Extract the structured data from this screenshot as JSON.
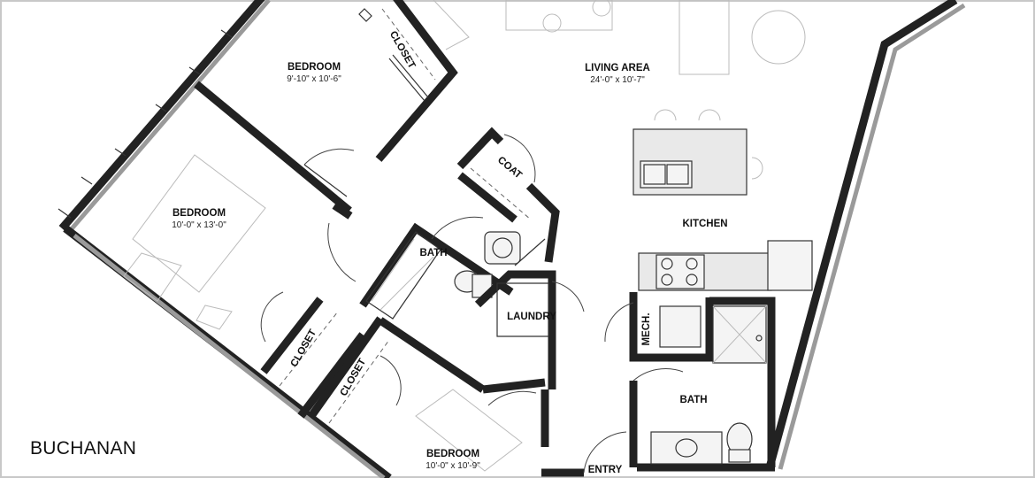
{
  "plan_name": "BUCHANAN",
  "rooms": {
    "bedroom_top": {
      "label": "BEDROOM",
      "dims": "9'-10\" x 10'-6\""
    },
    "bedroom_left": {
      "label": "BEDROOM",
      "dims": "10'-0\" x 13'-0\""
    },
    "bedroom_bottom": {
      "label": "BEDROOM",
      "dims": "10'-0\" x 10'-9\""
    },
    "living_area": {
      "label": "LIVING AREA",
      "dims": "24'-0\" x 10'-7\""
    },
    "kitchen": {
      "label": "KITCHEN"
    },
    "bath_center": {
      "label": "BATH"
    },
    "bath_right": {
      "label": "BATH"
    },
    "laundry": {
      "label": "LAUNDRY"
    },
    "entry": {
      "label": "ENTRY"
    },
    "coat": {
      "label": "COAT"
    },
    "mech": {
      "label": "MECH."
    },
    "closet_top": {
      "label": "CLOSET"
    },
    "closet_left": {
      "label": "CLOSET"
    },
    "closet_center": {
      "label": "CLOSET"
    }
  },
  "colors": {
    "wall": "#6f6f6f",
    "outline": "#222222",
    "frame": "#c8c8c8"
  }
}
